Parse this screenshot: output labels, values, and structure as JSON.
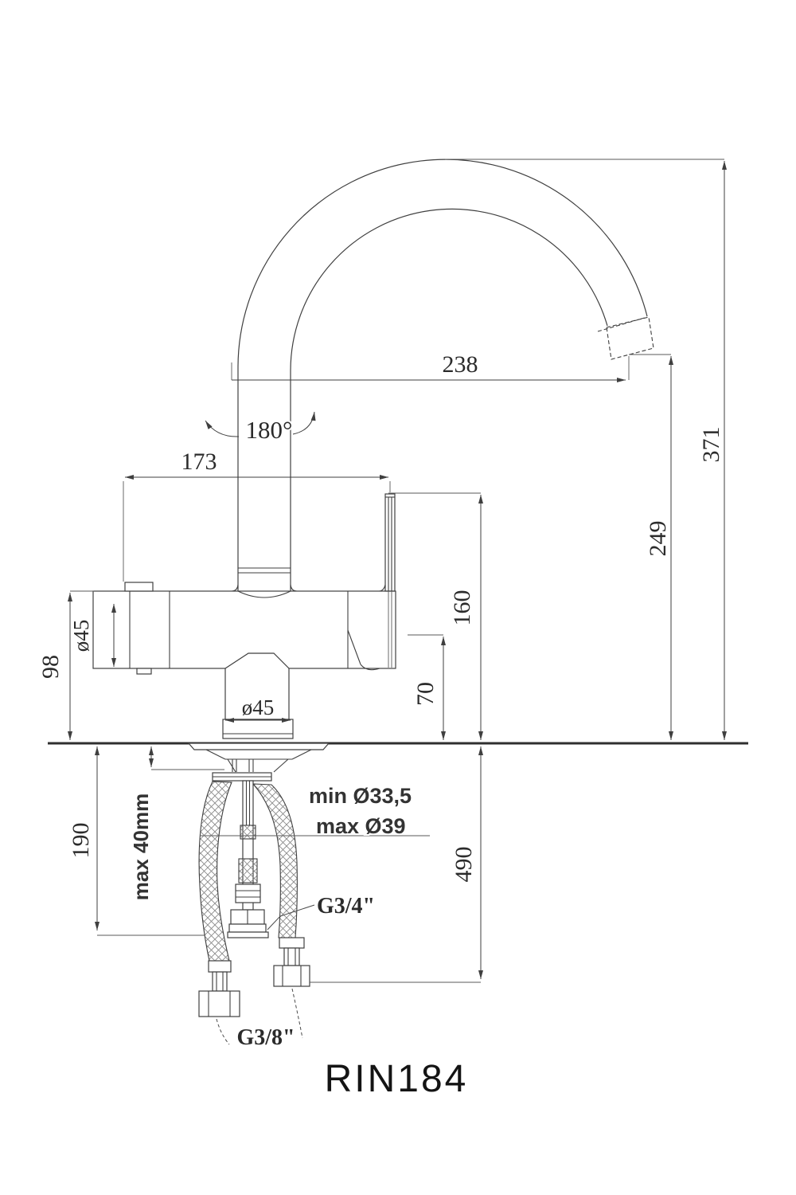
{
  "title": "RIN184",
  "dims": {
    "spout_reach": "238",
    "rotation_angle": "180°",
    "overall_height": "371",
    "outlet_height": "249",
    "body_length": "173",
    "filter_outlet_height": "160",
    "body_axis_height": "70",
    "body_top_height": "98",
    "body_diameter": "ø45",
    "base_diameter": "ø45",
    "below_counter_depth": "190",
    "counter_thickness": "max 40mm",
    "hose_drop": "490",
    "hole_min": "min Ø33,5",
    "hole_max": "max Ø39",
    "filter_connection": "G3/4\"",
    "supply_connection": "G3/8\""
  }
}
